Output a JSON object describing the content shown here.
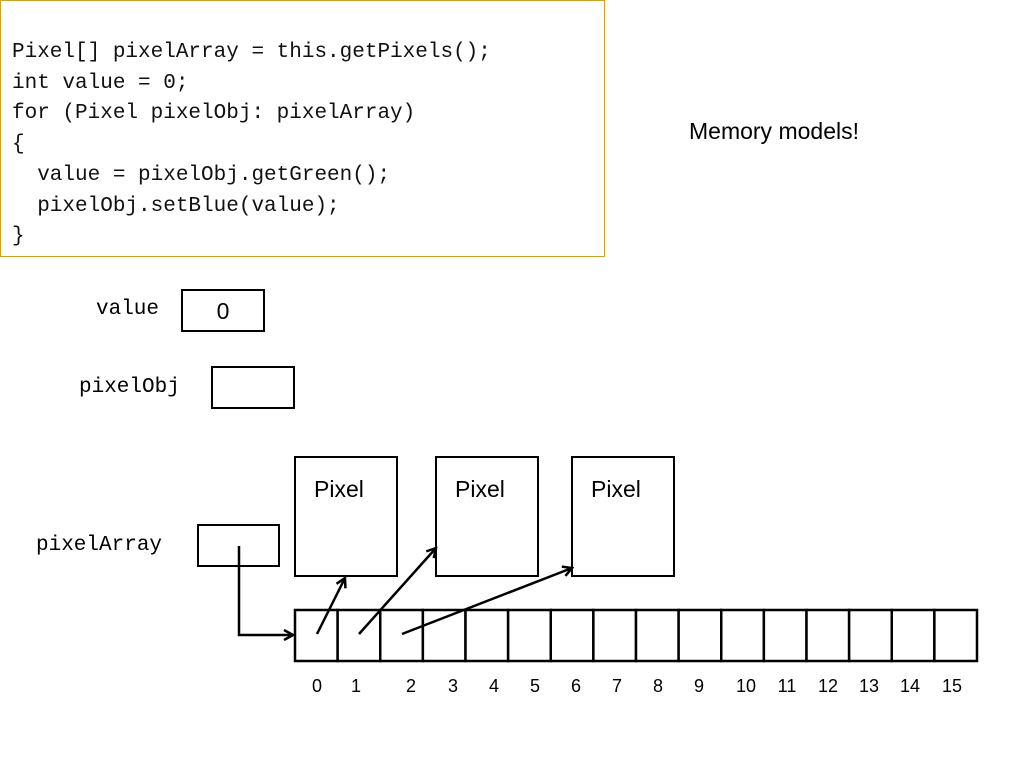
{
  "code": {
    "lines": [
      "Pixel[] pixelArray = this.getPixels();",
      "int value = 0;",
      "for (Pixel pixelObj: pixelArray)",
      "{",
      "  value = pixelObj.getGreen();",
      "  pixelObj.setBlue(value);",
      "}"
    ]
  },
  "title": "Memory models!",
  "variables": {
    "value": {
      "label": "value",
      "content": "0"
    },
    "pixelObj": {
      "label": "pixelObj",
      "content": ""
    },
    "pixelArray": {
      "label": "pixelArray"
    }
  },
  "pixel_objects": [
    {
      "label": "Pixel"
    },
    {
      "label": "Pixel"
    },
    {
      "label": "Pixel"
    }
  ],
  "array": {
    "indices": [
      "0",
      "1",
      "2",
      "3",
      "4",
      "5",
      "6",
      "7",
      "8",
      "9",
      "10",
      "11",
      "12",
      "13",
      "14",
      "15"
    ]
  },
  "colors": {
    "code_border": "#c9a227",
    "stroke": "#000000"
  }
}
